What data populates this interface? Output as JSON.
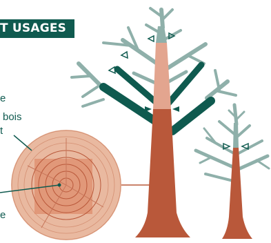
{
  "banner": {
    "text": "T USAGES"
  },
  "labels": {
    "line1": "e",
    "line2": "bois",
    "line3": "t",
    "line4": "e"
  },
  "colors": {
    "dark_green": "#0f5a4f",
    "sage": "#8fb0aa",
    "pink": "#e3a58f",
    "rust": "#b9583a",
    "ring_outer": "#e9b9a0",
    "ring_inner": "#dd8e6c"
  },
  "icons": [
    "triangle-marker-icon"
  ]
}
